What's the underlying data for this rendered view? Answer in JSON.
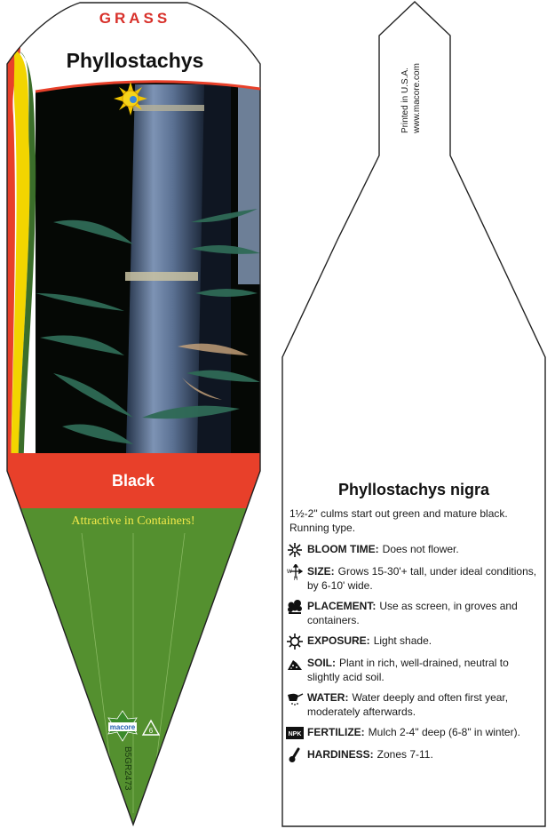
{
  "front_tag": {
    "category": "GRASS",
    "genus": "Phyllostachys",
    "variety": "Black",
    "slogan": "Attractive in Containers!",
    "brand": "macore",
    "recycle_code": "6",
    "sku": "B5GR2473",
    "sun_icon": "full-sun-icon",
    "colors": {
      "red": "#e8402a",
      "green": "#54902f",
      "yellow": "#f2d500",
      "brand_green": "#2d7a2f"
    }
  },
  "back_tag": {
    "printed_in": "Printed in U.S.A.",
    "website": "www.macore.com",
    "title": "Phyllostachys nigra",
    "description": "1½-2\" culms start out green and mature black. Running type.",
    "care": [
      {
        "icon": "snowflake-flower-icon",
        "label": "BLOOM TIME:",
        "text": "Does not flower."
      },
      {
        "icon": "size-arrows-icon",
        "label": "SIZE:",
        "text": "Grows 15-30'+ tall, under ideal conditions, by 6-10' wide."
      },
      {
        "icon": "plant-group-icon",
        "label": "PLACEMENT:",
        "text": "Use as screen, in groves and containers."
      },
      {
        "icon": "sun-outline-icon",
        "label": "EXPOSURE:",
        "text": "Light shade."
      },
      {
        "icon": "soil-pile-icon",
        "label": "SOIL:",
        "text": "Plant in rich, well-drained, neutral to slightly acid soil."
      },
      {
        "icon": "watering-can-icon",
        "label": "WATER:",
        "text": "Water deeply and often first year, moderately afterwards."
      },
      {
        "icon": "npk-fertilizer-icon",
        "label": "FERTILIZE:",
        "text": "Mulch 2-4\" deep (6-8\" in winter)."
      },
      {
        "icon": "thermometer-icon",
        "label": "HARDINESS:",
        "text": "Zones 7-11."
      }
    ]
  }
}
